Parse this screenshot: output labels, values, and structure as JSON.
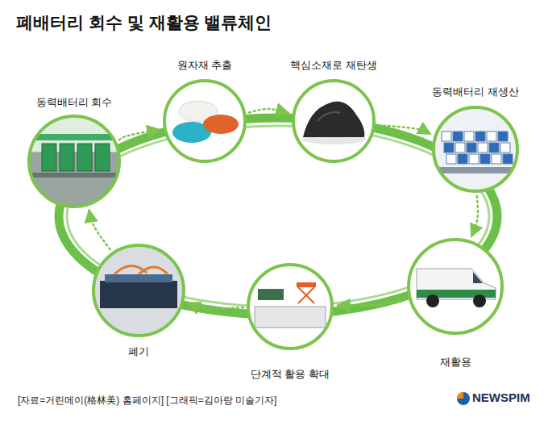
{
  "diagram": {
    "title": "폐배터리 회수 및 재활용 밸류체인",
    "caption": "[자료=거린메이(格林美) 홈페이지] [그래픽=김아랑 미술기자]",
    "nodes": [
      {
        "text": [
          "동력배터리 회수"
        ]
      },
      {
        "text": [
          "원자재 추출"
        ]
      },
      {
        "text": [
          "핵심소재로 재탄생"
        ]
      },
      {
        "text": [
          "동력배터리 재생산"
        ]
      },
      {
        "text": [
          "재활용"
        ]
      },
      {
        "text": [
          "단계적 활용 확대"
        ]
      },
      {
        "text": [
          "폐기"
        ]
      }
    ],
    "edges": [
      {
        "from": 0,
        "to": 1,
        "arrow": "to"
      },
      {
        "from": 1,
        "to": 2,
        "arrow": "to"
      },
      {
        "from": 2,
        "to": 3,
        "arrow": "to"
      },
      {
        "from": 3,
        "to": 4,
        "arrow": "to"
      },
      {
        "from": 4,
        "to": 5,
        "arrow": "to"
      },
      {
        "from": 5,
        "to": 6,
        "arrow": "to"
      },
      {
        "from": 6,
        "to": 0,
        "arrow": "to"
      }
    ],
    "labels": [
      "NEWSPIM"
    ]
  }
}
